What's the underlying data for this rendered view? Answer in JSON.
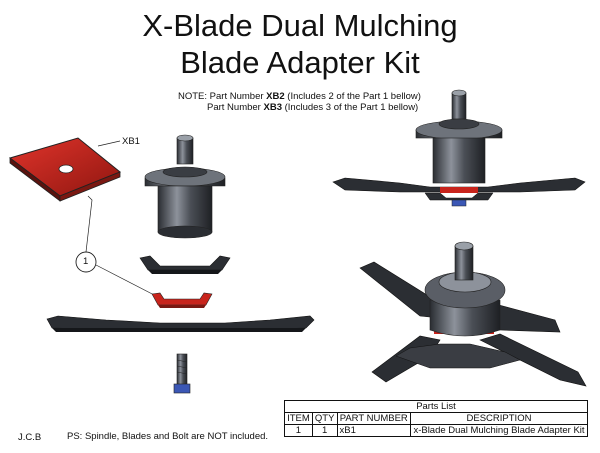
{
  "title": {
    "line1": "X-Blade Dual Mulching",
    "line2": "Blade Adapter Kit"
  },
  "note": {
    "prefix": "NOTE:  Part Number ",
    "part1": "XB2",
    "suffix1": " (Includes 2 of the Part 1 bellow)",
    "prefix2": "Part Number ",
    "part2": "XB3",
    "suffix2": " (Includes 3 of the Part 1 bellow)"
  },
  "callouts": {
    "part_label": "XB1",
    "balloon": "1"
  },
  "parts_list": {
    "caption": "Parts List",
    "headers": [
      "ITEM",
      "QTY",
      "PART NUMBER",
      "DESCRIPTION"
    ],
    "rows": [
      [
        "1",
        "1",
        "xB1",
        "x-Blade Dual Mulching Blade Adapter Kit"
      ]
    ]
  },
  "footer": {
    "initials": "J.C.B",
    "ps": "PS: Spindle, Blades and Bolt are NOT included."
  },
  "colors": {
    "adapter_red": "#c8241c",
    "metal_dark": "#2b2e33",
    "metal_mid": "#5a5e66",
    "metal_light": "#8d929b",
    "bolt_blue": "#3b57b5"
  }
}
